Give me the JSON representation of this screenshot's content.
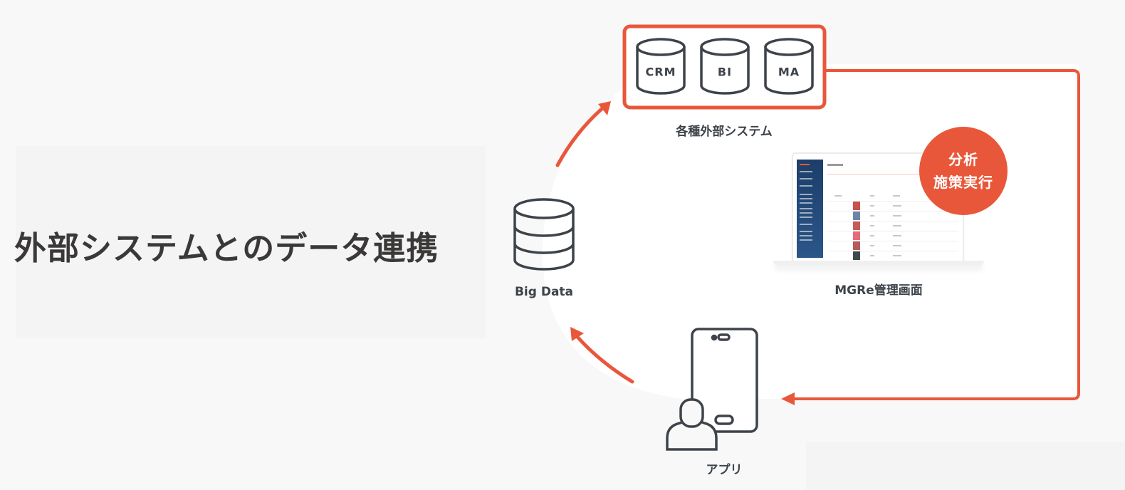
{
  "title": "外部システムとのデータ連携",
  "nodes": {
    "external_systems": {
      "label": "各種外部システム",
      "databases": [
        "CRM",
        "BI",
        "MA"
      ]
    },
    "big_data": {
      "label": "Big Data"
    },
    "admin_screen": {
      "label": "MGRe管理画面",
      "badge_line1": "分析",
      "badge_line2": "施策実行"
    },
    "app": {
      "label": "アプリ"
    }
  },
  "flow": [
    "Big Data → 各種外部システム",
    "各種外部システム → アプリ",
    "アプリ → Big Data"
  ],
  "colors": {
    "accent": "#e9573a",
    "icon_stroke": "#3e434a",
    "text": "#3b3838",
    "background": "#f8f8f8",
    "panel": "#ffffff",
    "admin_sidebar": "#1d3e6a"
  }
}
